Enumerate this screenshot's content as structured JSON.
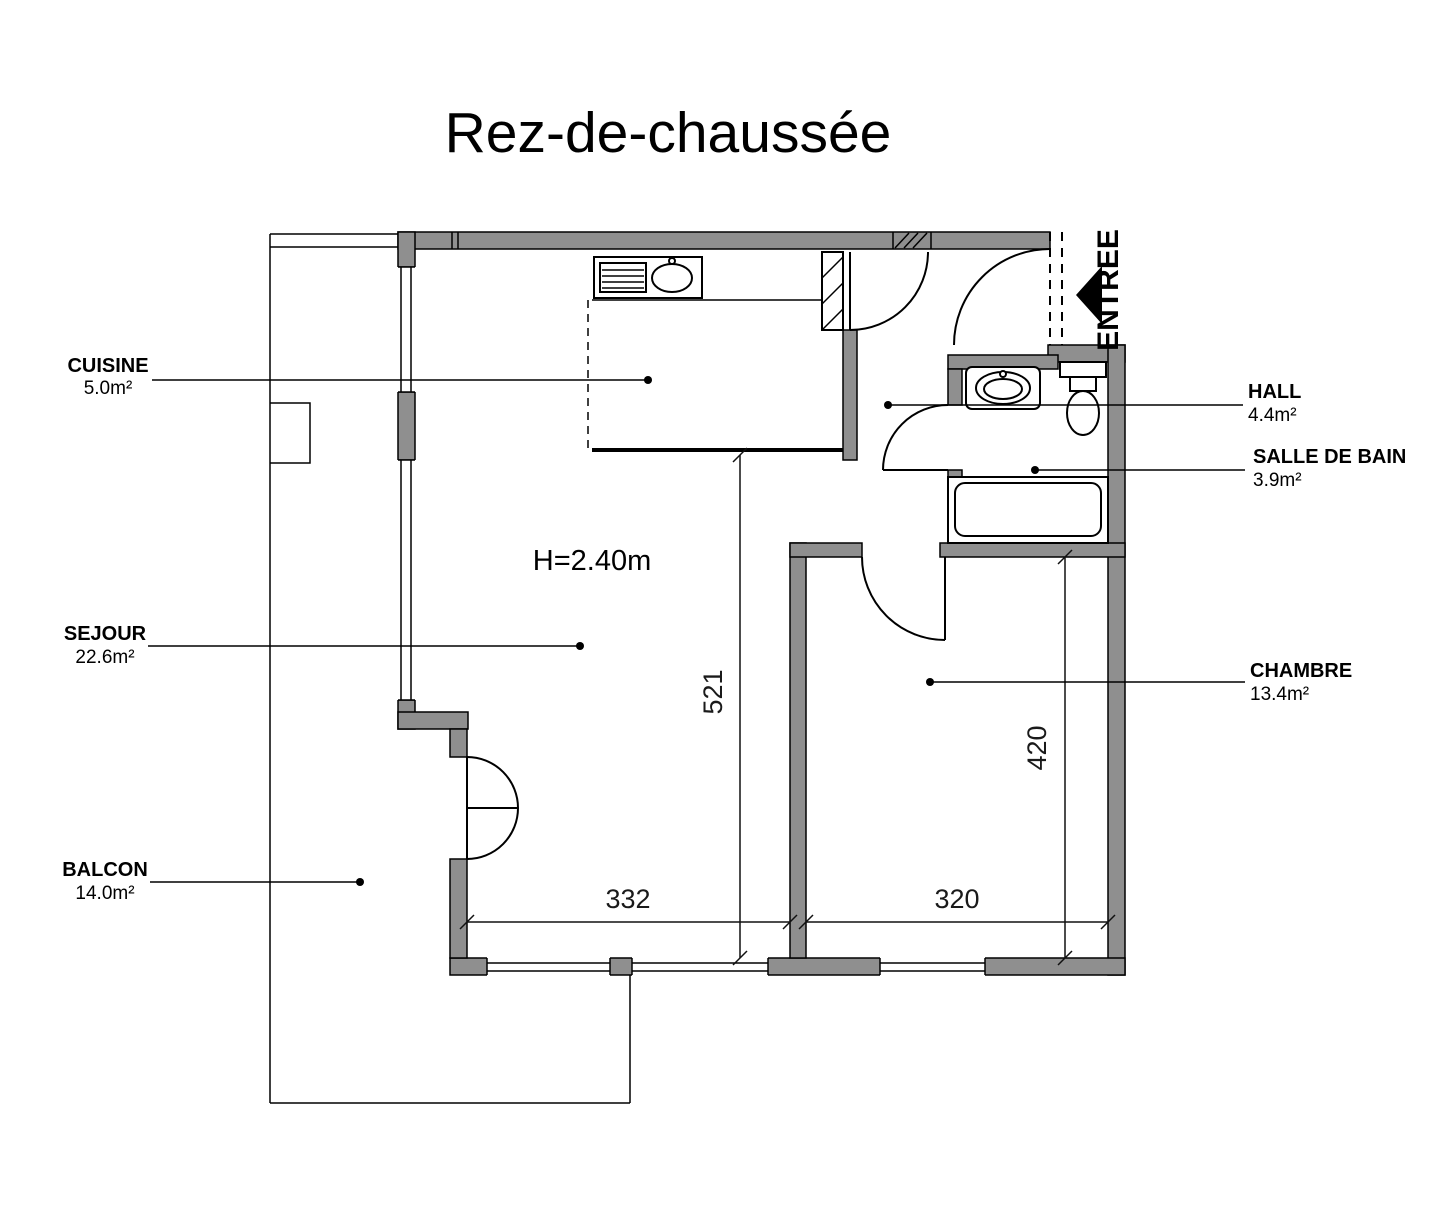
{
  "title": "Rez-de-chaussée",
  "plan": {
    "ceiling_height": "H=2.40m",
    "entrance": "ENTREE"
  },
  "rooms": {
    "cuisine": {
      "name": "CUISINE",
      "area": "5.0m²"
    },
    "hall": {
      "name": "HALL",
      "area": "4.4m²"
    },
    "salle_de_bain": {
      "name": "SALLE DE BAIN",
      "area": "3.9m²"
    },
    "sejour": {
      "name": "SEJOUR",
      "area": "22.6m²"
    },
    "chambre": {
      "name": "CHAMBRE",
      "area": "13.4m²"
    },
    "balcon": {
      "name": "BALCON",
      "area": "14.0m²"
    }
  },
  "dimensions": {
    "sejour_depth": "521",
    "chambre_depth": "420",
    "sejour_width": "332",
    "chambre_width": "320"
  },
  "colors": {
    "wall": "#8f8f8f",
    "line": "#000000",
    "background": "#ffffff"
  }
}
